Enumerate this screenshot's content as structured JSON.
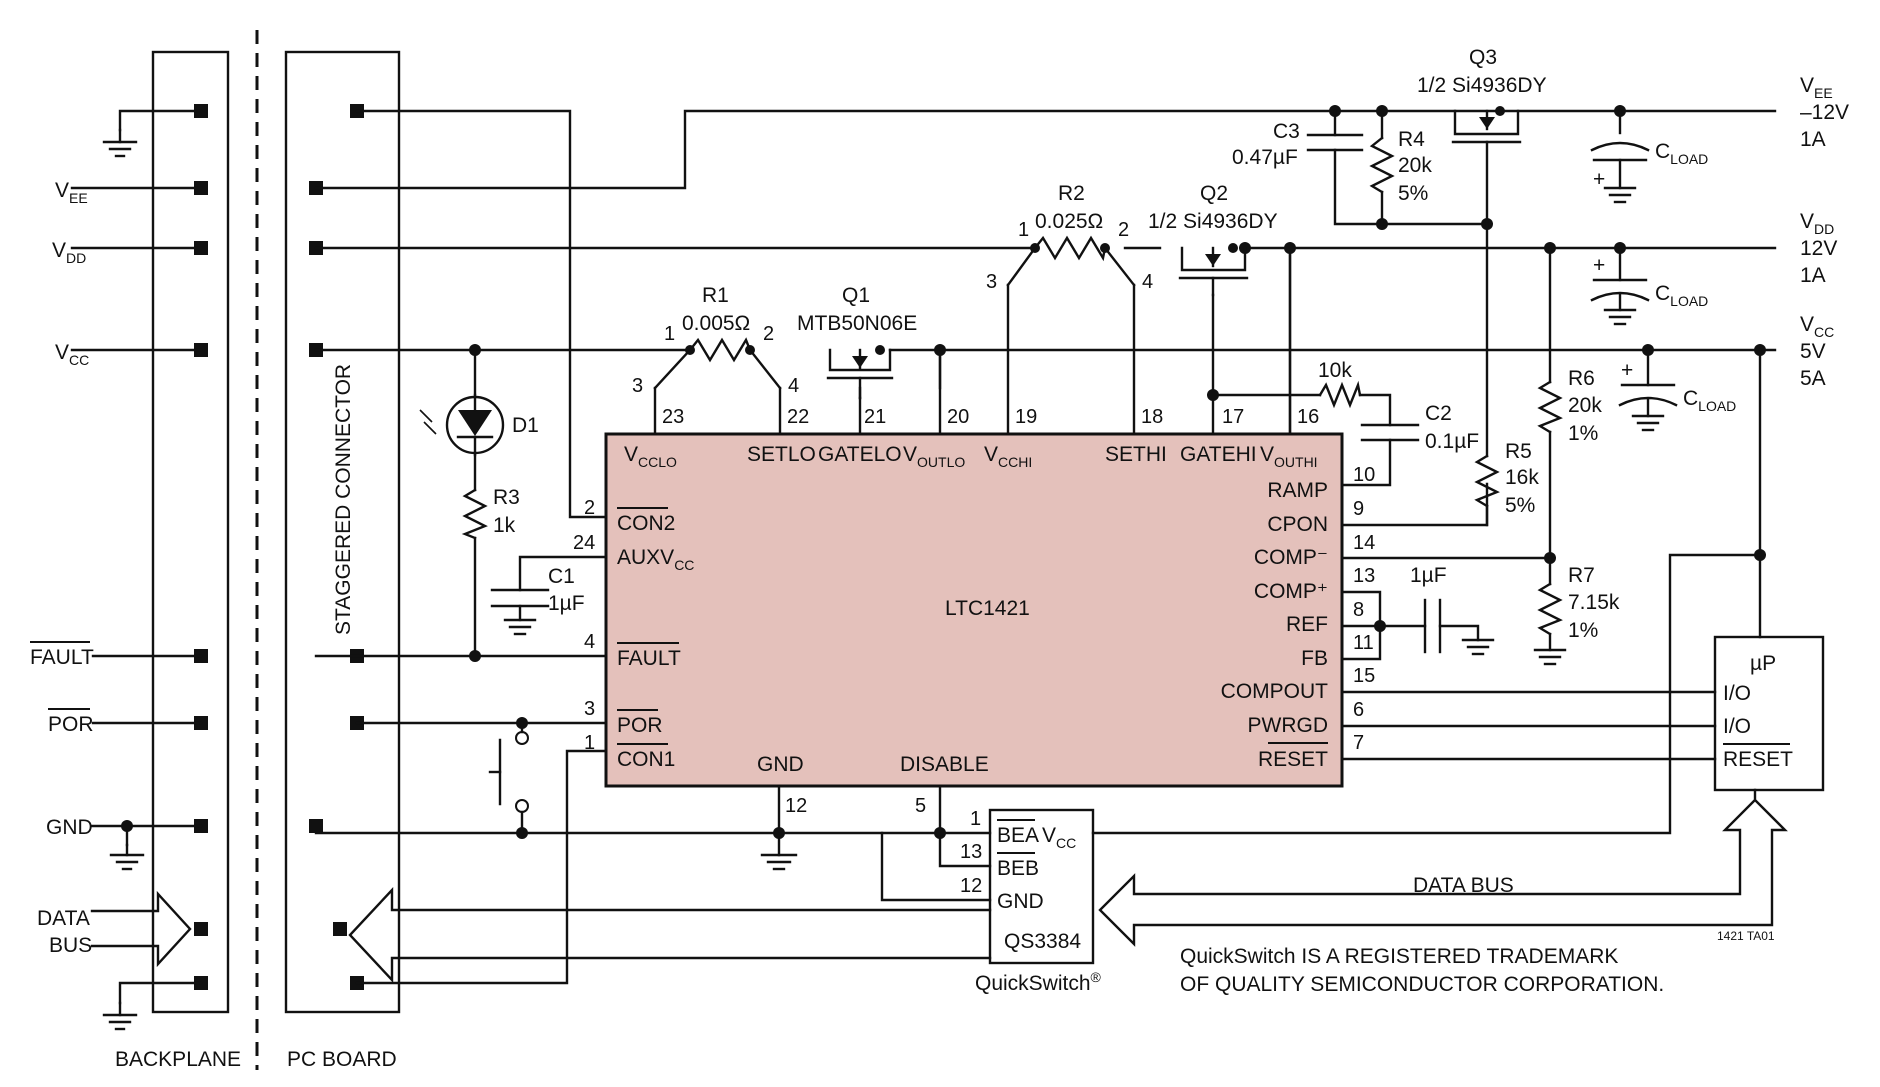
{
  "sides": {
    "backplane": "BACKPLANE",
    "pc_board": "PC BOARD",
    "staggered": "STAGGERED CONNECTOR"
  },
  "backplane_signals": {
    "vee_main": "V",
    "vee_sub": "EE",
    "vdd_main": "V",
    "vdd_sub": "DD",
    "vcc_main": "V",
    "vcc_sub": "CC",
    "fault": "FAULT",
    "por": "POR",
    "gnd": "GND",
    "data": "DATA",
    "bus": "BUS"
  },
  "ic": {
    "name": "LTC1421",
    "top_pins": [
      {
        "num": "23",
        "main": "V",
        "sub": "CCLO"
      },
      {
        "num": "22",
        "main": "SETLO",
        "sub": ""
      },
      {
        "num": "21",
        "main": "GATELO",
        "sub": ""
      },
      {
        "num": "20",
        "main": "V",
        "sub": "OUTLO"
      },
      {
        "num": "19",
        "main": "V",
        "sub": "CCHI"
      },
      {
        "num": "18",
        "main": "SETHI",
        "sub": ""
      },
      {
        "num": "17",
        "main": "GATEHI",
        "sub": ""
      },
      {
        "num": "16",
        "main": "V",
        "sub": "OUTHI"
      }
    ],
    "left_pins": [
      {
        "num": "2",
        "label": "CON2"
      },
      {
        "num": "24",
        "label": "AUXV",
        "sub": "CC"
      },
      {
        "num": "4",
        "label": "FAULT"
      },
      {
        "num": "3",
        "label": "POR"
      },
      {
        "num": "1",
        "label": "CON1"
      }
    ],
    "right_pins": [
      {
        "num": "10",
        "label": "RAMP"
      },
      {
        "num": "9",
        "label": "CPON"
      },
      {
        "num": "14",
        "label": "COMP⁻"
      },
      {
        "num": "13",
        "label": "COMP⁺"
      },
      {
        "num": "8",
        "label": "REF"
      },
      {
        "num": "11",
        "label": "FB"
      },
      {
        "num": "15",
        "label": "COMPOUT"
      },
      {
        "num": "6",
        "label": "PWRGD"
      },
      {
        "num": "7",
        "label": "RESET"
      }
    ],
    "bottom_pins": [
      {
        "num": "12",
        "label": "GND"
      },
      {
        "num": "5",
        "label": "DISABLE"
      }
    ]
  },
  "components": {
    "r1": {
      "ref": "R1",
      "value": "0.005Ω",
      "p1": "1",
      "p2": "2",
      "p3": "3",
      "p4": "4"
    },
    "q1": {
      "ref": "Q1",
      "part": "MTB50N06E"
    },
    "r2": {
      "ref": "R2",
      "value": "0.025Ω",
      "p1": "1",
      "p2": "2",
      "p3": "3",
      "p4": "4"
    },
    "q2": {
      "ref": "Q2",
      "part": "1/2 Si4936DY"
    },
    "q3": {
      "ref": "Q3",
      "part": "1/2 Si4936DY"
    },
    "c3": {
      "ref": "C3",
      "value": "0.47µF"
    },
    "r4": {
      "ref": "R4",
      "value": "20k",
      "tol": "5%"
    },
    "d1": {
      "ref": "D1"
    },
    "r3": {
      "ref": "R3",
      "value": "1k"
    },
    "c1": {
      "ref": "C1",
      "value": "1µF"
    },
    "r10k": {
      "value": "10k"
    },
    "c2": {
      "ref": "C2",
      "value": "0.1µF"
    },
    "r5": {
      "ref": "R5",
      "value": "16k",
      "tol": "5%"
    },
    "r6": {
      "ref": "R6",
      "value": "20k",
      "tol": "1%"
    },
    "r7": {
      "ref": "R7",
      "value": "7.15k",
      "tol": "1%"
    },
    "cref": {
      "value": "1µF"
    },
    "cload_main": "C",
    "cload_sub": "LOAD"
  },
  "rails": {
    "vee": {
      "main": "V",
      "sub": "EE",
      "volt": "–12V",
      "amp": "1A"
    },
    "vdd": {
      "main": "V",
      "sub": "DD",
      "volt": "12V",
      "amp": "1A"
    },
    "vcc": {
      "main": "V",
      "sub": "CC",
      "volt": "5V",
      "amp": "5A"
    }
  },
  "up": {
    "title": "µP",
    "io1": "I/O",
    "io2": "I/O",
    "reset": "RESET"
  },
  "qs": {
    "bea": "BEA",
    "beb": "BEB",
    "gnd": "GND",
    "vcc_main": "V",
    "vcc_sub": "CC",
    "part": "QS3384",
    "name": "QuickSwitch",
    "reg": "®",
    "pins": {
      "p1": "1",
      "p13": "13",
      "p12": "12"
    }
  },
  "data_bus": "DATA BUS",
  "trademark": {
    "line1": "QuickSwitch IS A REGISTERED TRADEMARK",
    "line2": "OF QUALITY SEMICONDUCTOR CORPORATION."
  },
  "figure_code": "1421 TA01",
  "colors": {
    "ic_fill": "#e4c1bb",
    "ink": "#111111"
  }
}
